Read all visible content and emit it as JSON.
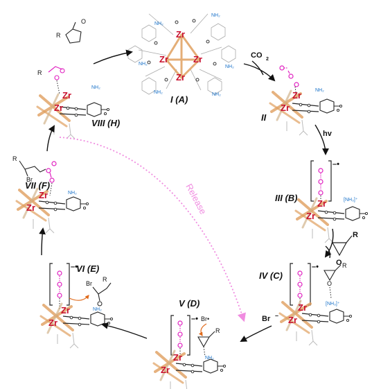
{
  "nodes": {
    "A": {
      "label": "I (A)"
    },
    "II": {
      "label": "II"
    },
    "B": {
      "label": "III (B)"
    },
    "C": {
      "label": "IV (C)"
    },
    "D": {
      "label": "V (D)"
    },
    "E": {
      "label": "VI (E)"
    },
    "F": {
      "label": "VII (F)"
    },
    "H": {
      "label": "VIII (H)"
    }
  },
  "reagents": {
    "co2": "CO",
    "co2_sub": "2",
    "light": "hv",
    "bromide": "Br",
    "release": "Release"
  },
  "chem": {
    "zr": "Zr",
    "nh2": "NH₂",
    "nh3_plus": "[NH₃]⁺",
    "r": "R",
    "o": "O",
    "br": "Br",
    "br_rad": "Br•",
    "radical_anion": "–•"
  },
  "colors": {
    "zr_red": "#c8102e",
    "linker_orange": "#e0a060",
    "co2_pink": "#e020c0",
    "release_pink": "#f08ce0",
    "amine_blue": "#1a73c9",
    "arrow_orange": "#e06a1b",
    "framework_gray": "#999999"
  }
}
